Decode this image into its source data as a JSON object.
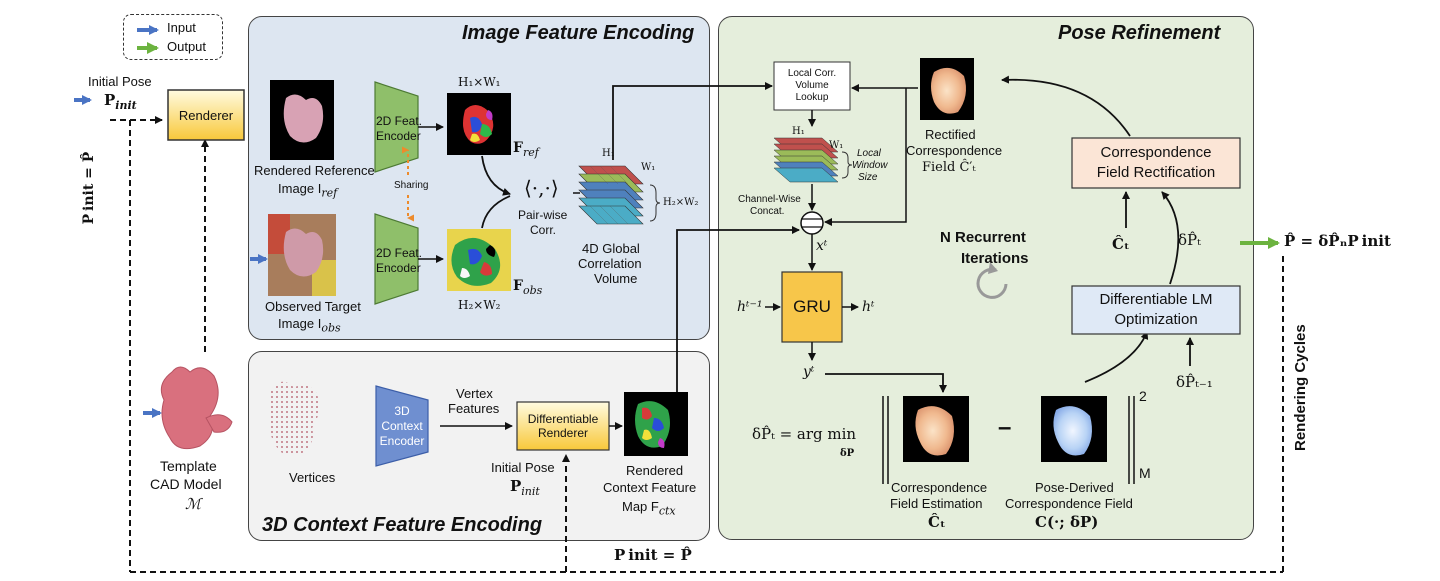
{
  "legend": {
    "input": "Input",
    "output": "Output",
    "input_color": "#4a74c4",
    "output_color": "#6cb33f"
  },
  "panels": {
    "image_feature": "Image Feature Encoding",
    "pose_refinement": "Pose Refinement",
    "context_feature": "3D Context Feature Encoding"
  },
  "left": {
    "initial_pose": "Initial Pose",
    "p_init": "P",
    "p_init_sub": "init",
    "renderer": "Renderer",
    "vertical_eq": "P init = P̂",
    "template": [
      "Template",
      "CAD Model"
    ],
    "template_symbol": "ℳ"
  },
  "image_encoding": {
    "rendered_ref": "Rendered Reference",
    "rendered_ref_img": "Image I",
    "rendered_ref_sub": "ref",
    "observed": "Observed Target",
    "observed_img": "Image I",
    "observed_sub": "obs",
    "encoder1": [
      "2D Feat.",
      "Encoder"
    ],
    "encoder2": [
      "2D Feat.",
      "Encoder"
    ],
    "sharing": "Sharing",
    "h1w1": "H₁×W₁",
    "h2w2": "H₂×W₂",
    "f_ref": "F",
    "f_ref_sub": "ref",
    "f_obs": "F",
    "f_obs_sub": "obs",
    "pairwise_symbol": "⟨·,·⟩",
    "pairwise": [
      "Pair-wise",
      "Corr."
    ],
    "vol_h1": "H₁",
    "vol_w1": "W₁",
    "vol_h2w2": "H₂×W₂",
    "vol_label": [
      "4D Global",
      "Correlation",
      "Volume"
    ]
  },
  "context": {
    "vertices": "Vertices",
    "encoder": [
      "3D",
      "Context",
      "Encoder"
    ],
    "vertex_features": [
      "Vertex",
      "Features"
    ],
    "diff_renderer": [
      "Differentiable",
      "Renderer"
    ],
    "initial_pose": "Initial Pose",
    "p_init": "P",
    "p_init_sub": "init",
    "ctx_label": [
      "Rendered",
      "Context Feature"
    ],
    "ctx_map": "Map F",
    "ctx_sub": "ctx"
  },
  "pose": {
    "lookup": [
      "Local Corr.",
      "Volume",
      "Lookup"
    ],
    "local_window": [
      "Local",
      "Window",
      "Size"
    ],
    "small_h1": "H₁",
    "small_w1": "W₁",
    "channel_wise": [
      "Channel-Wise",
      "Concat."
    ],
    "xt": "xᵗ",
    "gru": "GRU",
    "h_prev": "hᵗ⁻¹",
    "h_t": "hᵗ",
    "y_t": "yᵗ",
    "recurrent": [
      "N Recurrent",
      "Iterations"
    ],
    "rectified": [
      "Rectified",
      "Correspondence"
    ],
    "rectified_field": "Field Ĉ′ₜ",
    "rectification_box": [
      "Correspondence",
      "Field Rectification"
    ],
    "c_hat_t": "Ĉₜ",
    "delta_p_t": "δP̂ₜ",
    "lm_box": [
      "Differentiable LM",
      "Optimization"
    ],
    "delta_p_prev": "δP̂ₜ₋₁",
    "output_eq": "P̂ = δP̂ₙP init",
    "argmin_lhs": "δP̂ₜ = arg min",
    "argmin_sub": "δP",
    "minus": "–",
    "norm_sup": "2",
    "norm_sub": "M",
    "est_label": [
      "Correspondence",
      "Field Estimation"
    ],
    "est_symbol": "Ĉₜ",
    "derived_label": [
      "Pose-Derived",
      "Correspondence Field"
    ],
    "derived_symbol": "C(·; δP)"
  },
  "bottom": {
    "eq": "P init = P̂"
  },
  "rendering_cycles": "Rendering Cycles",
  "colors": {
    "image_panel": "#dde6f1",
    "pose_panel": "#e5eedc",
    "context_panel": "#f2f2f2",
    "encoder_green": "#8fbf6a",
    "encoder_blue": "#6f8fd0",
    "gru_fill": "#f7c64a",
    "lm_fill": "#dfe9f6",
    "rect_fill": "#fbe5d6",
    "arrow_orange": "#ed8b2c"
  }
}
